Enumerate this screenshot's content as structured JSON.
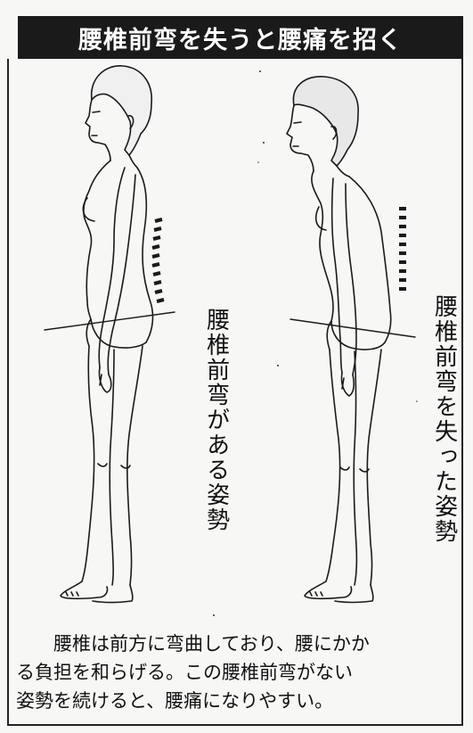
{
  "header": {
    "title": "腰椎前弯を失うと腰痛を招く"
  },
  "figures": {
    "left_label": "腰椎前弯がある姿勢",
    "right_label": "腰椎前弯を失った姿勢"
  },
  "caption": {
    "line1": "腰椎は前方に弯曲しており、腰にかか",
    "line2": "る負担を和らげる。この腰椎前弯がない",
    "line3": "姿勢を続けると、腰痛になりやすい。"
  },
  "colors": {
    "title_bg": "#1a1a1a",
    "title_text": "#ffffff",
    "ink": "#111111"
  },
  "icons": {
    "left_figure": "standing-woman-side-view-with-lumbar-lordosis",
    "right_figure": "standing-woman-side-view-without-lumbar-lordosis"
  }
}
